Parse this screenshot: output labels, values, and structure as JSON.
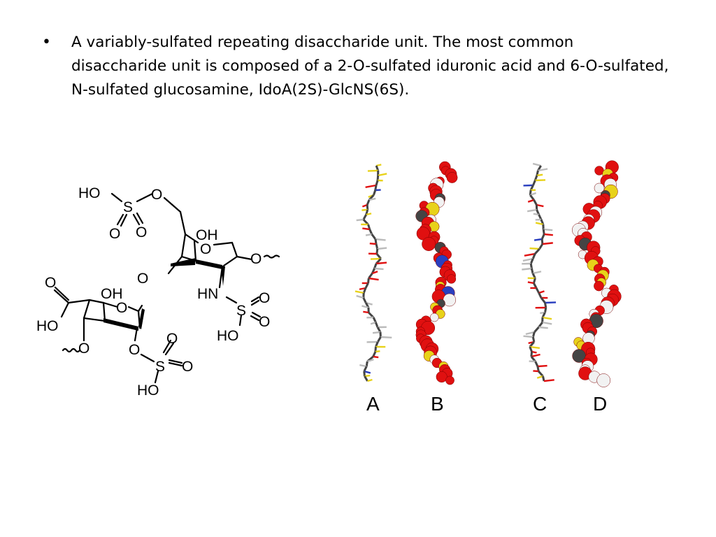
{
  "bullet": {
    "glyph": "•",
    "text": "A variably-sulfated repeating disaccharide unit. The most common disaccharide unit is composed of a 2-O-sulfated iduronic acid and 6-O-sulfated, N-sulfated glucosamine, IdoA(2S)-GlcNS(6S)."
  },
  "structure": {
    "atoms": {
      "ho_top": "HO",
      "s_top": "S",
      "o_top_link": "O",
      "o_top_left": "O",
      "o_top_right": "O",
      "oh_glc": "OH",
      "o_glc_ring": "O",
      "o_glc_anomeric": "O",
      "o_glyco_link": "O",
      "hn": "HN",
      "s_n": "S",
      "o_n_right": "O",
      "o_n_bottom": "O",
      "ho_n": "HO",
      "o_carbonyl": "O",
      "ho_acid": "HO",
      "oh_ido": "OH",
      "o_ido_ring": "O",
      "o_ido_left": "O",
      "o_2s_link": "O",
      "s_2s": "S",
      "o_2s_right": "O",
      "o_2s_top": "O",
      "ho_2s": "HO"
    }
  },
  "models": {
    "labels": [
      "A",
      "B",
      "C",
      "D"
    ],
    "colors": {
      "oxygen": "#e01010",
      "sulfur": "#e8d21a",
      "hydrogen": "#f2f2f2",
      "nitrogen": "#2a3fbf",
      "carbon": "#444444"
    }
  }
}
